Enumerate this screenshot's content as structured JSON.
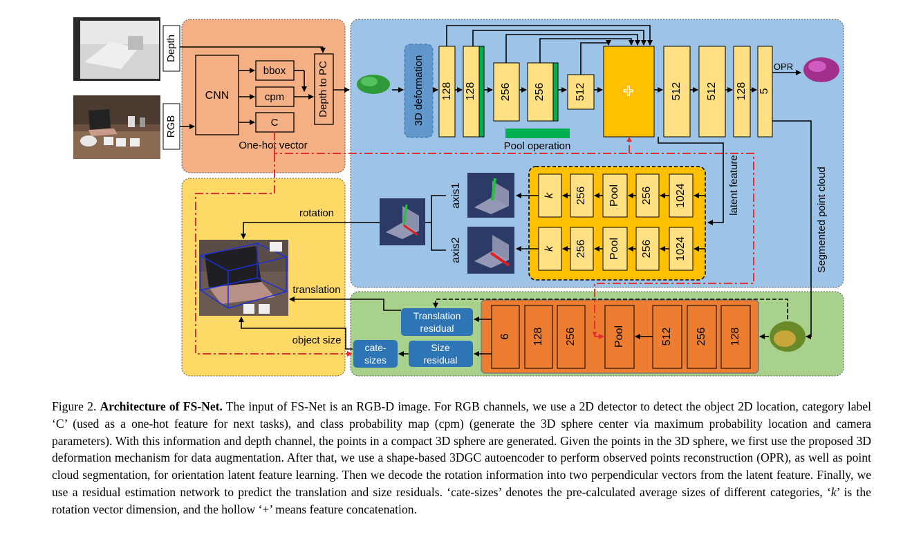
{
  "colors": {
    "camera_bg": "#F4B084",
    "encoder_bg": "#9DC3E6",
    "output_bg": "#FFD966",
    "residual_bg": "#A9D18E",
    "feature_block": "#FFE082",
    "concat_block": "#FFC000",
    "residual_block": "#ED7D31",
    "blue_box": "#2E75B6",
    "pool_bar": "#00B050",
    "dashdot_red": "#E03030"
  },
  "inputs": {
    "depth": "Depth",
    "rgb": "RGB"
  },
  "camera": {
    "cnn": "CNN",
    "bbox": "bbox",
    "cpm": "cpm",
    "c": "C",
    "depth_to_pc": "Depth to PC",
    "onehot": "One-hot vector"
  },
  "encoder": {
    "deformation": "3D deformation",
    "blocks": [
      "128",
      "128",
      "256",
      "256",
      "512"
    ],
    "concat_symbol": "+",
    "decoder_blocks": [
      "512",
      "512",
      "128",
      "5"
    ],
    "pool_operation": "Pool operation",
    "opr": "OPR",
    "latent_feature": "latent feature",
    "segmented": "Segmented point cloud"
  },
  "rotation": {
    "row1": [
      "k",
      "256",
      "Pool",
      "256",
      "1024"
    ],
    "row2": [
      "k",
      "256",
      "Pool",
      "256",
      "1024"
    ],
    "axis1": "axis1",
    "axis2": "axis2"
  },
  "output": {
    "rotation": "rotation",
    "translation": "translation",
    "object_size": "object size"
  },
  "residual": {
    "translation_residual": [
      "Translation",
      "residual"
    ],
    "size_residual": [
      "Size",
      "residual"
    ],
    "cate_sizes": [
      "cate-",
      "sizes"
    ],
    "blocks": [
      "6",
      "128",
      "256",
      "Pool",
      "512",
      "256",
      "128"
    ]
  },
  "caption": {
    "fig": "Figure 2.",
    "title": "Architecture of FS-Net.",
    "p1": " The input of FS-Net is an RGB-D image. For RGB channels, we use a 2D detector to detect the object 2D location, category label ‘C’ (used as a one-hot feature for next tasks), and class probability map (cpm) (generate the 3D sphere center via maximum probability location and camera parameters). With this information and depth channel, the points in a compact 3D sphere are generated. Given the points in the 3D sphere, we first use the proposed 3D deformation mechanism for data augmentation. After that, we use a shape-based 3DGC autoencoder to perform observed points reconstruction (OPR), as well as point cloud segmentation, for orientation latent feature learning. Then we decode the rotation information into two perpendicular vectors from the latent feature. Finally, we use a residual estimation network to predict the translation and size residuals. ‘cate-sizes’ denotes the pre-calculated average sizes of different categories, ‘",
    "k": "k",
    "p2": "’ is the rotation vector dimension, and the hollow ‘+’ means feature concatenation."
  }
}
